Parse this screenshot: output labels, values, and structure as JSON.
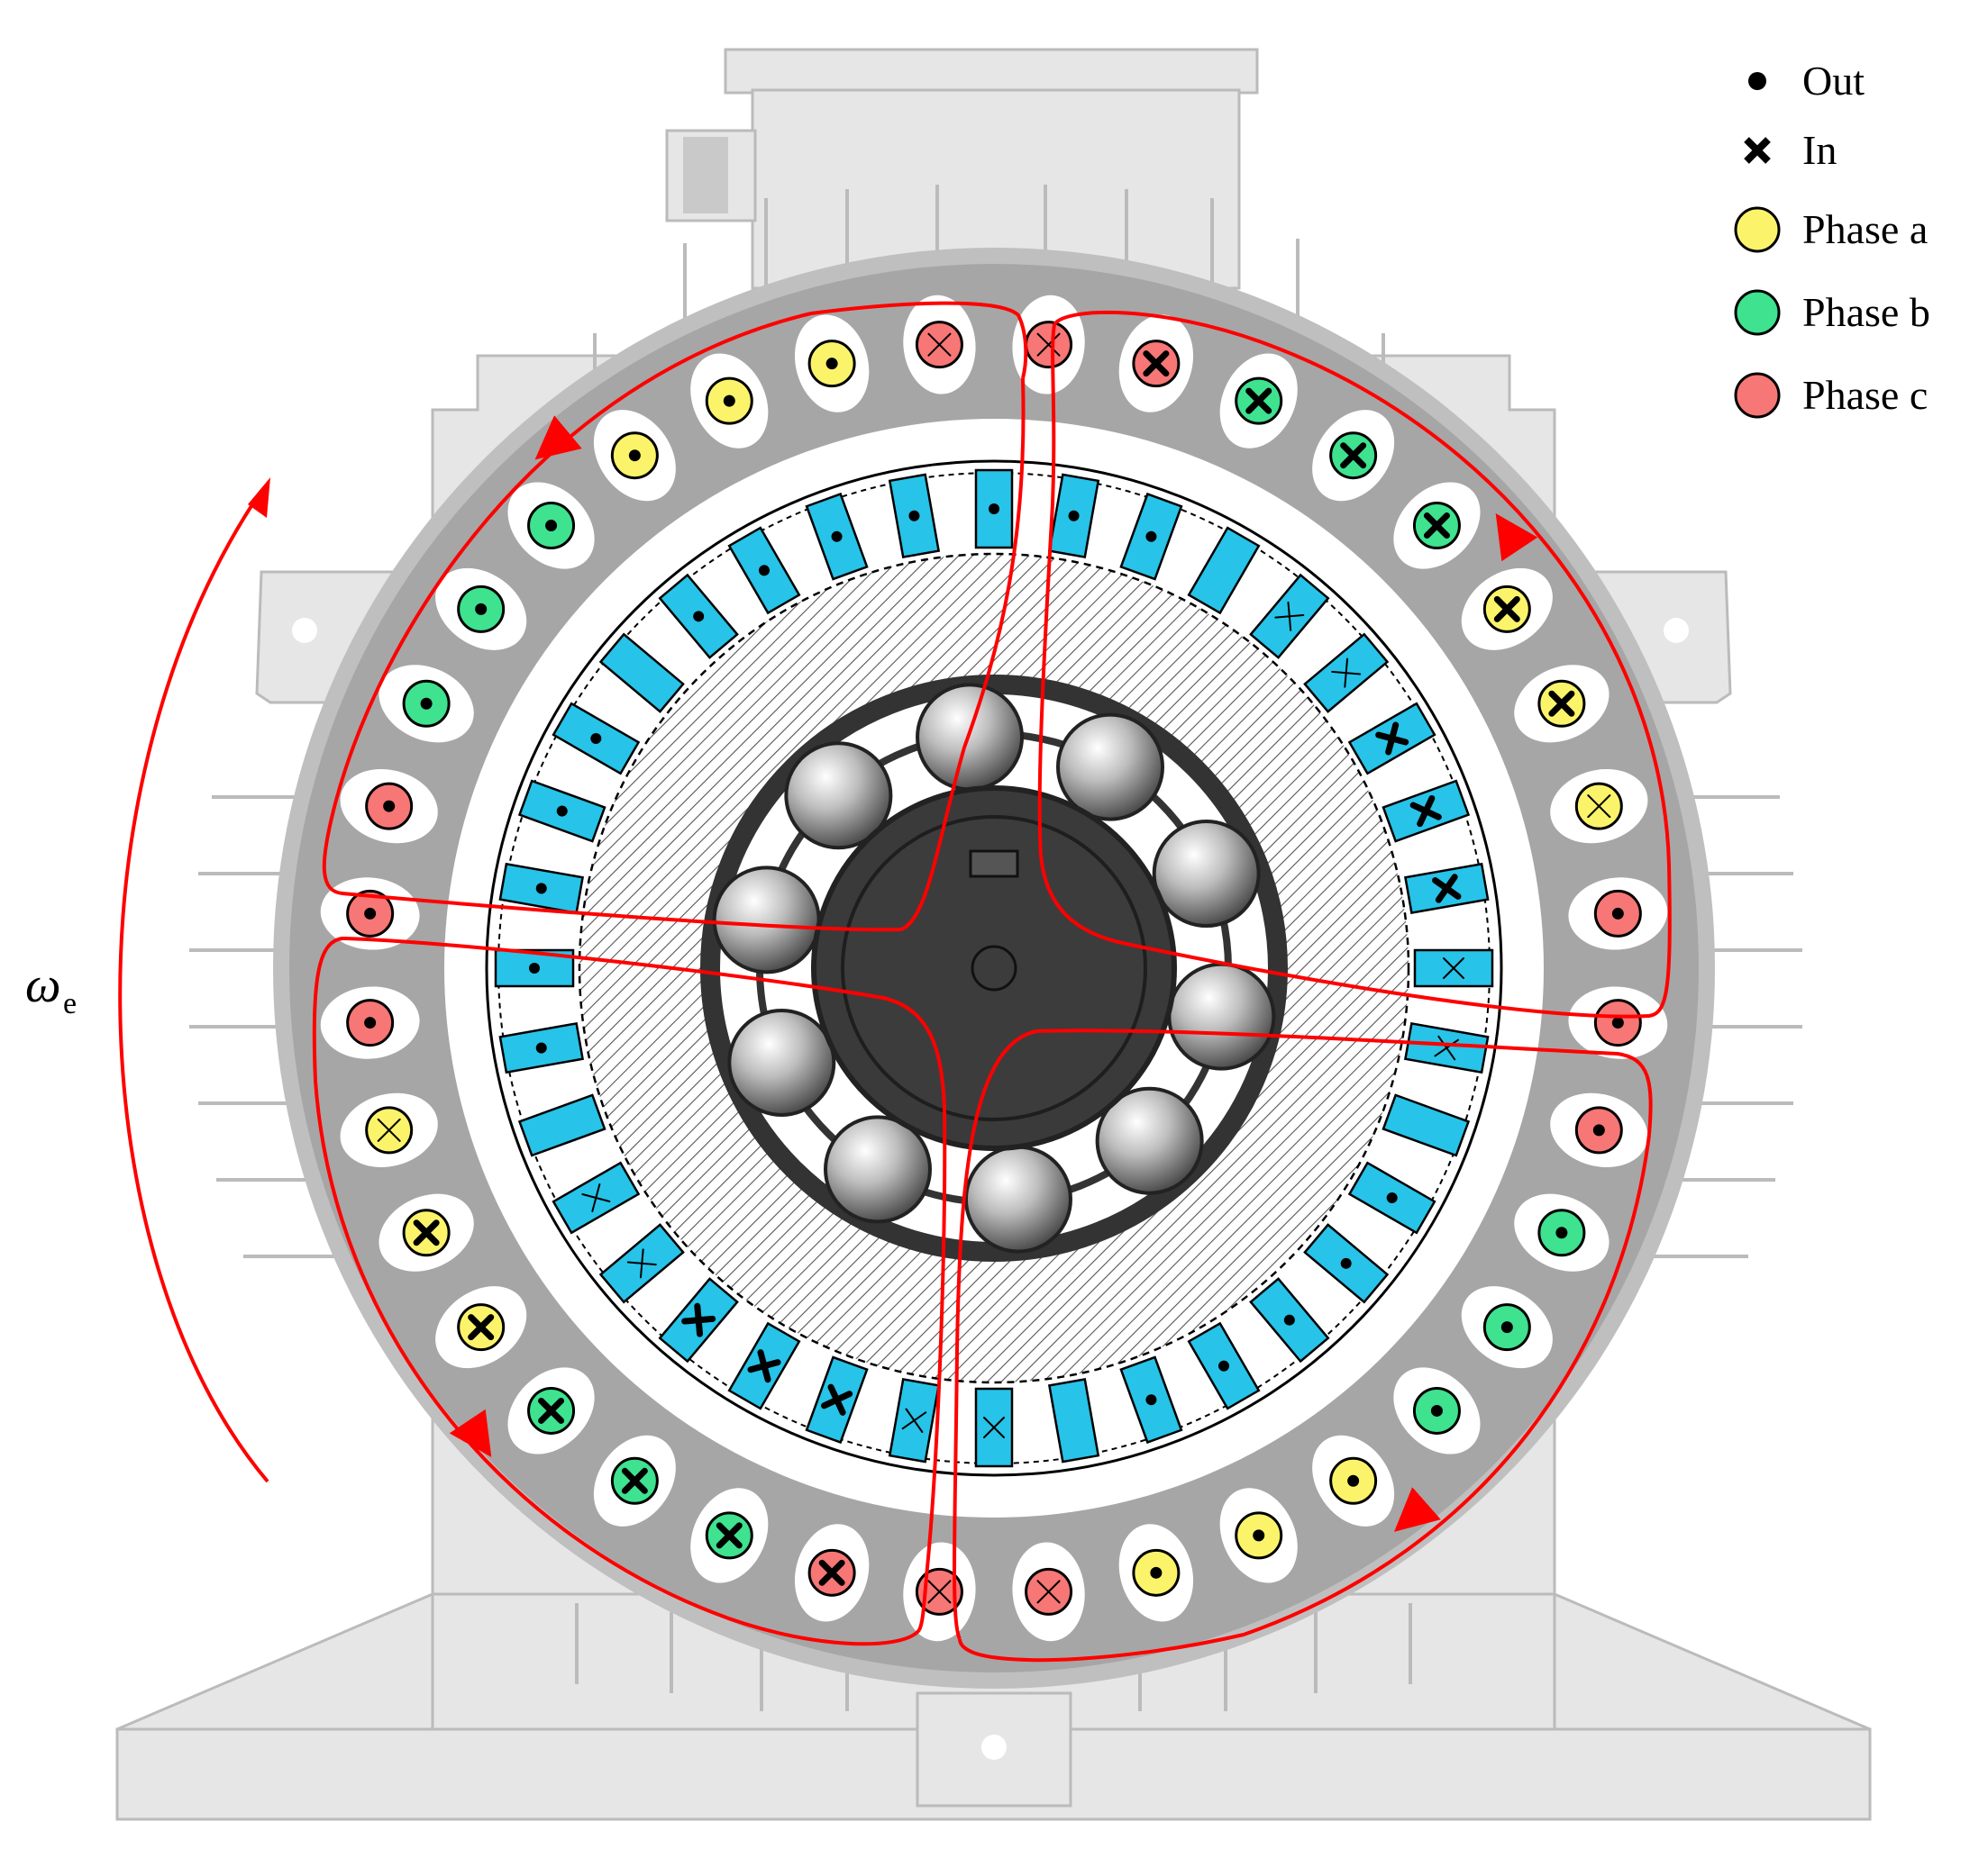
{
  "legend": {
    "items": [
      {
        "symbol": "dot",
        "label": "Out"
      },
      {
        "symbol": "cross",
        "label": "In"
      },
      {
        "symbol": "circle",
        "color": "#fbf46a",
        "label": "Phase a"
      },
      {
        "symbol": "circle",
        "color": "#3ee28f",
        "label": "Phase b"
      },
      {
        "symbol": "circle",
        "color": "#f77676",
        "label": "Phase c"
      }
    ]
  },
  "rotation": {
    "symbol": "ω",
    "subscript": "e"
  },
  "colors": {
    "phase_a": "#fbf46a",
    "phase_b": "#3ee28f",
    "phase_c": "#f77676",
    "rotor_bar": "#27c3e8",
    "flux_line": "#ff0000",
    "housing": "#e6e6e6",
    "stator": "#a6a6a6",
    "bearing": "#333333"
  },
  "stator_slots": [
    {
      "phase": "c",
      "dir": "in",
      "bold": false
    },
    {
      "phase": "c",
      "dir": "in",
      "bold": false
    },
    {
      "phase": "c",
      "dir": "in",
      "bold": true
    },
    {
      "phase": "b",
      "dir": "in",
      "bold": true
    },
    {
      "phase": "b",
      "dir": "in",
      "bold": true
    },
    {
      "phase": "b",
      "dir": "in",
      "bold": true
    },
    {
      "phase": "a",
      "dir": "in",
      "bold": true
    },
    {
      "phase": "a",
      "dir": "in",
      "bold": true
    },
    {
      "phase": "a",
      "dir": "in",
      "bold": false
    },
    {
      "phase": "c",
      "dir": "out",
      "bold": true
    },
    {
      "phase": "c",
      "dir": "out",
      "bold": true
    },
    {
      "phase": "c",
      "dir": "out",
      "bold": true
    },
    {
      "phase": "b",
      "dir": "out",
      "bold": true
    },
    {
      "phase": "b",
      "dir": "out",
      "bold": true
    },
    {
      "phase": "b",
      "dir": "out",
      "bold": true
    },
    {
      "phase": "a",
      "dir": "out",
      "bold": true
    },
    {
      "phase": "a",
      "dir": "out",
      "bold": true
    },
    {
      "phase": "a",
      "dir": "out",
      "bold": true
    },
    {
      "phase": "c",
      "dir": "in",
      "bold": false
    },
    {
      "phase": "c",
      "dir": "in",
      "bold": false
    },
    {
      "phase": "c",
      "dir": "in",
      "bold": true
    },
    {
      "phase": "b",
      "dir": "in",
      "bold": true
    },
    {
      "phase": "b",
      "dir": "in",
      "bold": true
    },
    {
      "phase": "b",
      "dir": "in",
      "bold": true
    },
    {
      "phase": "a",
      "dir": "in",
      "bold": true
    },
    {
      "phase": "a",
      "dir": "in",
      "bold": true
    },
    {
      "phase": "a",
      "dir": "in",
      "bold": false
    },
    {
      "phase": "c",
      "dir": "out",
      "bold": true
    },
    {
      "phase": "c",
      "dir": "out",
      "bold": true
    },
    {
      "phase": "c",
      "dir": "out",
      "bold": true
    },
    {
      "phase": "b",
      "dir": "out",
      "bold": true
    },
    {
      "phase": "b",
      "dir": "out",
      "bold": true
    },
    {
      "phase": "b",
      "dir": "out",
      "bold": true
    },
    {
      "phase": "a",
      "dir": "out",
      "bold": true
    },
    {
      "phase": "a",
      "dir": "out",
      "bold": true
    },
    {
      "phase": "a",
      "dir": "out",
      "bold": true
    }
  ],
  "rotor_bars": [
    "out",
    "out",
    "out",
    "none",
    "cross",
    "cross",
    "cross-bold",
    "cross-bold",
    "cross-bold",
    "cross",
    "cross",
    "none",
    "out",
    "out",
    "out",
    "out",
    "out",
    "none",
    "cross",
    "cross",
    "cross-bold",
    "cross-bold",
    "cross-bold",
    "cross",
    "cross",
    "none",
    "out",
    "out",
    "out",
    "out",
    "out",
    "none",
    "out",
    "out",
    "out",
    "out"
  ]
}
